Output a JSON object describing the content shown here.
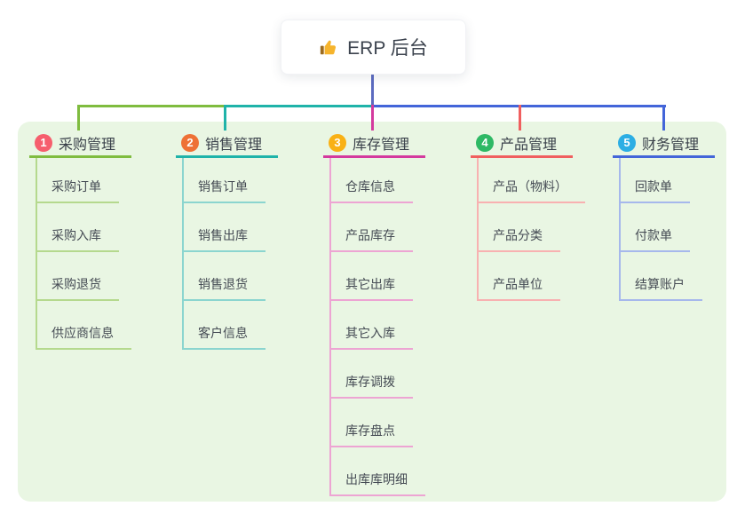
{
  "canvas": {
    "background": "#ffffff",
    "panel_color": "#e9f6e3",
    "text_color": "#3c434e",
    "root_line_color": "#5c6bc0"
  },
  "root": {
    "icon": "thumbs-up-icon",
    "icon_color": "#f6b42c",
    "title": "ERP 后台"
  },
  "branches": [
    {
      "index": "1",
      "slug": "purchase",
      "label": "采购管理",
      "badge_color": "#f65e6d",
      "line_color": "#7fbc3f",
      "child_line_color": "#b5d98e",
      "children": [
        "采购订单",
        "采购入库",
        "采购退货",
        "供应商信息"
      ]
    },
    {
      "index": "2",
      "slug": "sales",
      "label": "销售管理",
      "badge_color": "#ee7136",
      "line_color": "#1fb3a9",
      "child_line_color": "#8bd5cf",
      "children": [
        "销售订单",
        "销售出库",
        "销售退货",
        "客户信息"
      ]
    },
    {
      "index": "3",
      "slug": "inventory",
      "label": "库存管理",
      "badge_color": "#f9b115",
      "line_color": "#d43a9e",
      "child_line_color": "#eda4d3",
      "children": [
        "仓库信息",
        "产品库存",
        "其它出库",
        "其它入库",
        "库存调拨",
        "库存盘点",
        "出库库明细"
      ]
    },
    {
      "index": "4",
      "slug": "product",
      "label": "产品管理",
      "badge_color": "#2eb965",
      "line_color": "#f05f5f",
      "child_line_color": "#f8b1b1",
      "children": [
        "产品（物料）",
        "产品分类",
        "产品单位"
      ]
    },
    {
      "index": "5",
      "slug": "finance",
      "label": "财务管理",
      "badge_color": "#2caee4",
      "line_color": "#4365d9",
      "child_line_color": "#a6b8ec",
      "children": [
        "回款单",
        "付款单",
        "结算账户"
      ]
    }
  ]
}
